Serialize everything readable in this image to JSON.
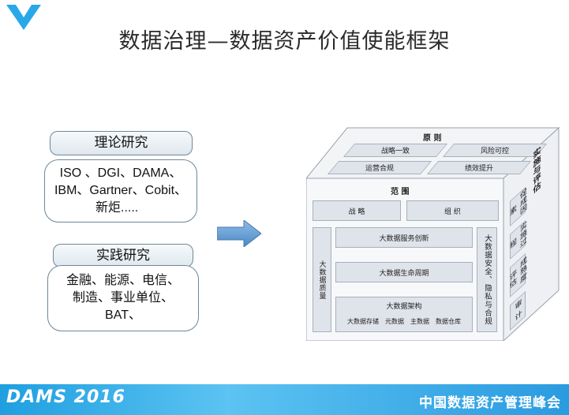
{
  "slide": {
    "title": "数据治理—数据资产价值使能框架"
  },
  "theory": {
    "heading": "理论研究",
    "line1": "ISO 、DGI、DAMA、",
    "line2": "IBM、Gartner、Cobit、",
    "line3": "新炬....."
  },
  "practice": {
    "heading": "实践研究",
    "line1": "金融、能源、电信、",
    "line2": "制造、事业单位、",
    "line3": "BAT、"
  },
  "cube": {
    "principles": "原 则",
    "strategy_consistent": "战略一致",
    "risk_control": "风险可控",
    "compliance": "运营合规",
    "performance": "绩效提升",
    "scope": "范 围",
    "strategy": "战 略",
    "organization": "组 织",
    "quality": "大数据质量",
    "service_innovation": "大数据服务创新",
    "lifecycle": "大数据生命周期",
    "architecture": "大数据架构",
    "arch_items": [
      "大数据存储",
      "元数据",
      "主数据",
      "数据仓库"
    ],
    "security": "大数据安全、隐私与合规",
    "implement_eval": "实施与评估",
    "promote": "促成因素",
    "process": "实施过程",
    "maturity": "成熟度评估",
    "audit": "审 计"
  },
  "footer": {
    "brand": "DAMS 2016",
    "org": "中国数据资产管理峰会"
  },
  "colors": {
    "footer": "#2a9be0",
    "logo": "#29a8e8",
    "arrow": "#5b9bd5"
  }
}
